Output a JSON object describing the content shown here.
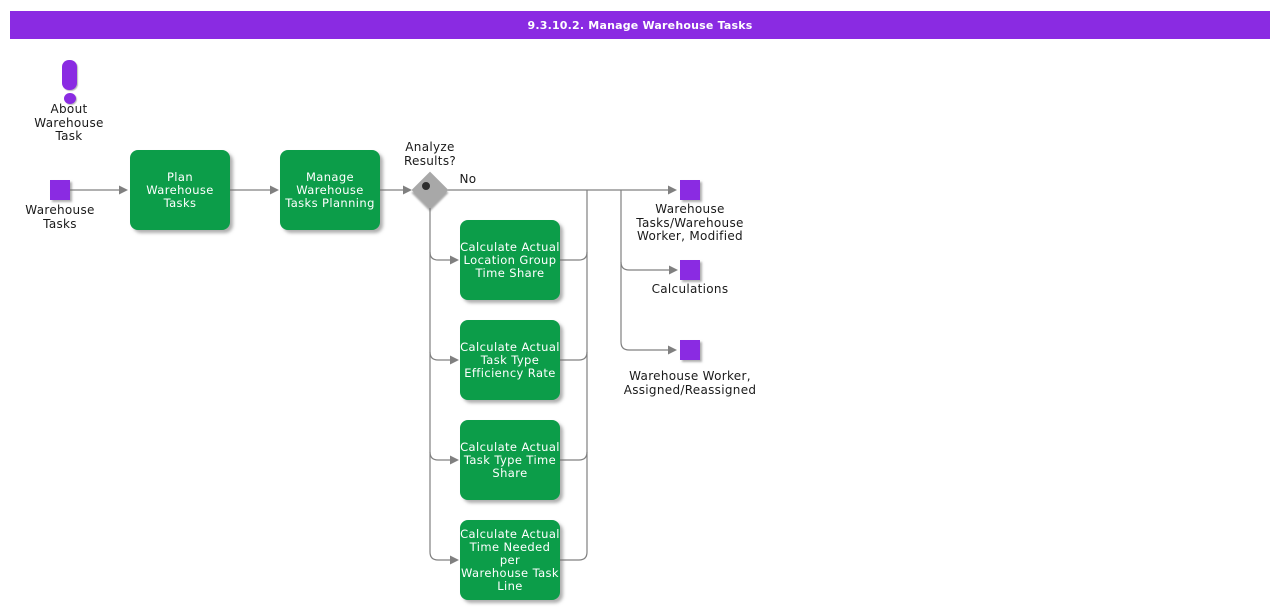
{
  "header": {
    "title": "9.3.10.2. Manage Warehouse Tasks"
  },
  "annotation": {
    "label": "About\nWarehouse\nTask"
  },
  "input_artifact": {
    "label": "Warehouse\nTasks"
  },
  "activities": [
    {
      "id": "plan-warehouse-tasks",
      "label": "Plan\nWarehouse\nTasks"
    },
    {
      "id": "manage-warehouse-tasks-planning",
      "label": "Manage\nWarehouse\nTasks Planning"
    },
    {
      "id": "calc-location-group-time-share",
      "label": "Calculate Actual\nLocation Group\nTime Share"
    },
    {
      "id": "calc-task-type-efficiency-rate",
      "label": "Calculate Actual\nTask Type\nEfficiency Rate"
    },
    {
      "id": "calc-task-type-time-share",
      "label": "Calculate Actual\nTask Type Time\nShare"
    },
    {
      "id": "calc-time-needed-per-line",
      "label": "Calculate Actual\nTime Needed per\nWarehouse Task\nLine"
    }
  ],
  "decision": {
    "label": "Analyze\nResults?",
    "no_branch_label": "No"
  },
  "outputs": [
    {
      "label": "Warehouse\nTasks/Warehouse\nWorker, Modified"
    },
    {
      "label": "Calculations"
    },
    {
      "label": "Warehouse Worker,\nAssigned/Reassigned"
    }
  ],
  "colors": {
    "header_bg": "#8a2be2",
    "activity_green": "#0c9d49",
    "artifact_purple": "#8a2be2",
    "connector_gray": "#808080",
    "decision_gray": "#a8a8a8"
  }
}
